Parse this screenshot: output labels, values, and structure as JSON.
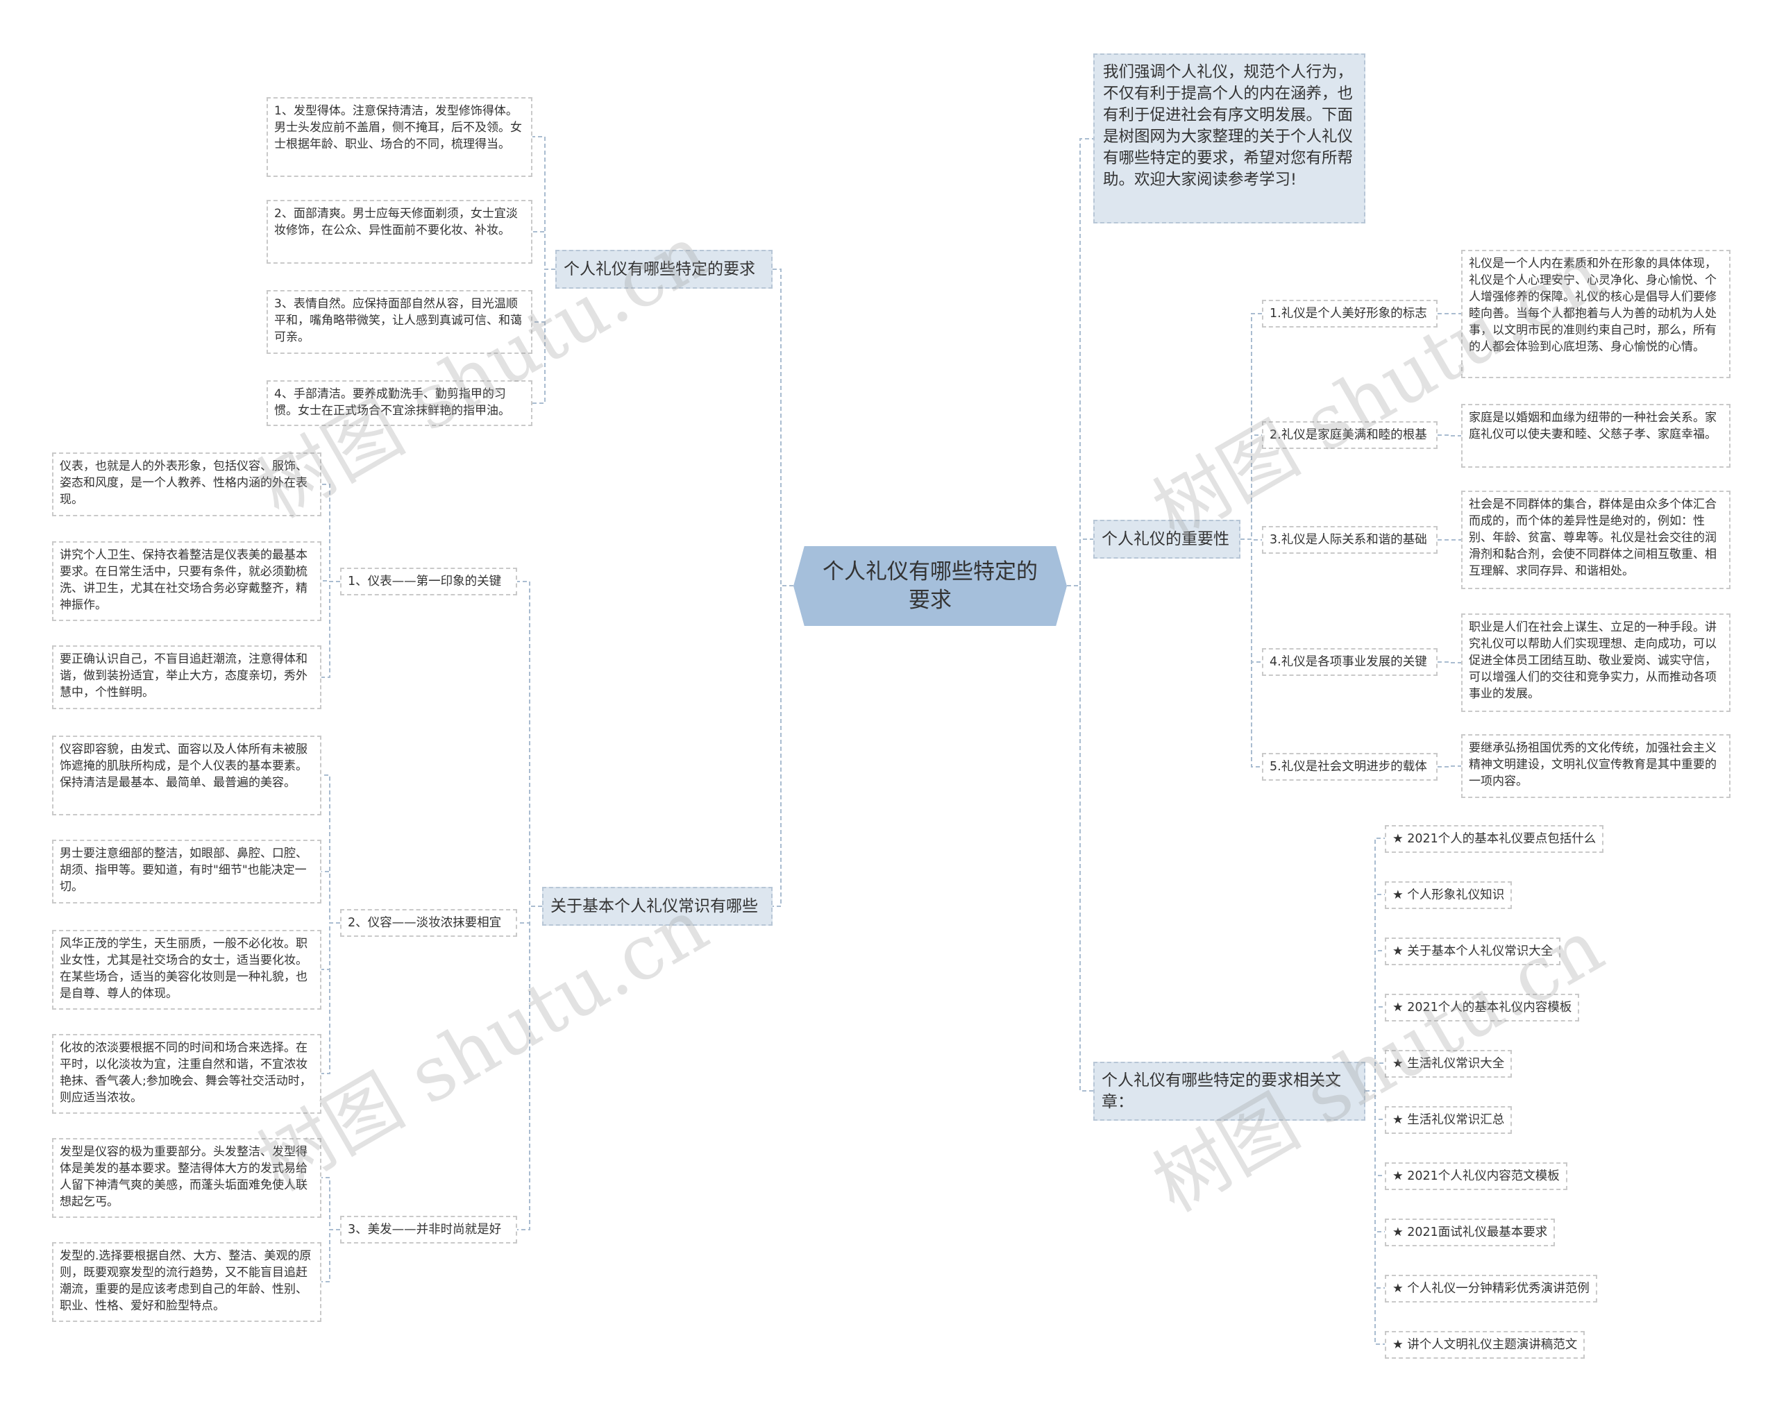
{
  "root": "个人礼仪有哪些特定的要求",
  "left": {
    "b1": {
      "label": "个人礼仪有哪些特定的要求",
      "leaves": [
        "1、发型得体。注意保持清洁，发型修饰得体。男士头发应前不盖眉，侧不掩耳，后不及领。女士根据年龄、职业、场合的不同，梳理得当。",
        "2、面部清爽。男士应每天修面剃须，女士宜淡妆修饰，在公众、异性面前不要化妆、补妆。",
        "3、表情自然。应保持面部自然从容，目光温顺平和，嘴角略带微笑，让人感到真诚可信、和蔼可亲。",
        "4、手部清洁。要养成勤洗手、勤剪指甲的习惯。女士在正式场合不宜涂抹鲜艳的指甲油。"
      ]
    },
    "b2": {
      "label": "关于基本个人礼仪常识有哪些",
      "subs": [
        {
          "label": "1、仪表——第一印象的关键",
          "leaves": [
            "仪表，也就是人的外表形象，包括仪容、服饰、姿态和风度，是一个人教养、性格内涵的外在表现。",
            "讲究个人卫生、保持衣着整洁是仪表美的最基本要求。在日常生活中，只要有条件，就必须勤梳洗、讲卫生，尤其在社交场合务必穿戴整齐，精神振作。",
            "要正确认识自己，不盲目追赶潮流，注意得体和谐，做到装扮适宜，举止大方，态度亲切，秀外慧中，个性鲜明。"
          ]
        },
        {
          "label": "2、仪容——淡妆浓抹要相宜",
          "leaves": [
            "仪容即容貌，由发式、面容以及人体所有未被服饰遮掩的肌肤所构成，是个人仪表的基本要素。保持清洁是最基本、最简单、最普遍的美容。",
            "男士要注意细部的整洁，如眼部、鼻腔、口腔、胡须、指甲等。要知道，有时\"细节\"也能决定一切。",
            "风华正茂的学生，天生丽质，一般不必化妆。职业女性，尤其是社交场合的女士，适当要化妆。在某些场合，适当的美容化妆则是一种礼貌，也是自尊、尊人的体现。",
            "化妆的浓淡要根据不同的时间和场合来选择。在平时，以化淡妆为宜，注重自然和谐，不宜浓妆艳抹、香气袭人;参加晚会、舞会等社交活动时，则应适当浓妆。"
          ]
        },
        {
          "label": "3、美发——并非时尚就是好",
          "leaves": [
            "发型是仪容的极为重要部分。头发整洁、发型得体是美发的基本要求。整洁得体大方的发式易给人留下神清气爽的美感，而蓬头垢面难免使人联想起乞丐。",
            "发型的.选择要根据自然、大方、整洁、美观的原则，既要观察发型的流行趋势，又不能盲目追赶潮流，重要的是应该考虑到自己的年龄、性别、职业、性格、爱好和脸型特点。"
          ]
        }
      ]
    }
  },
  "right": {
    "intro": "我们强调个人礼仪，规范个人行为，不仅有利于提高个人的内在涵养，也有利于促进社会有序文明发展。下面是树图网为大家整理的关于个人礼仪有哪些特定的要求，希望对您有所帮助。欢迎大家阅读参考学习!",
    "importance": {
      "label": "个人礼仪的重要性",
      "items": [
        {
          "label": "1.礼仪是个人美好形象的标志",
          "detail": "礼仪是一个人内在素质和外在形象的具体体现，礼仪是个人心理安宁、心灵净化、身心愉悦、个人增强修养的保障。礼仪的核心是倡导人们要修睦向善。当每个人都抱着与人为善的动机为人处事，以文明市民的准则约束自己时，那么，所有的人都会体验到心底坦荡、身心愉悦的心情。"
        },
        {
          "label": "2.礼仪是家庭美满和睦的根基",
          "detail": "家庭是以婚姻和血缘为纽带的一种社会关系。家庭礼仪可以使夫妻和睦、父慈子孝、家庭幸福。"
        },
        {
          "label": "3.礼仪是人际关系和谐的基础",
          "detail": "社会是不同群体的集合，群体是由众多个体汇合而成的，而个体的差异性是绝对的，例如：性别、年龄、贫富、尊卑等。礼仪是社会交往的润滑剂和黏合剂，会使不同群体之间相互敬重、相互理解、求同存异、和谐相处。"
        },
        {
          "label": "4.礼仪是各项事业发展的关键",
          "detail": "职业是人们在社会上谋生、立足的一种手段。讲究礼仪可以帮助人们实现理想、走向成功，可以促进全体员工团结互助、敬业爱岗、诚实守信，可以增强人们的交往和竞争实力，从而推动各项事业的发展。"
        },
        {
          "label": "5.礼仪是社会文明进步的载体",
          "detail": "要继承弘扬祖国优秀的文化传统，加强社会主义精神文明建设，文明礼仪宣传教育是其中重要的一项内容。"
        }
      ]
    },
    "related": {
      "label": "个人礼仪有哪些特定的要求相关文章：",
      "articles": [
        "★ 2021个人的基本礼仪要点包括什么",
        "★ 个人形象礼仪知识",
        "★ 关于基本个人礼仪常识大全",
        "★ 2021个人的基本礼仪内容模板",
        "★ 生活礼仪常识大全",
        "★ 生活礼仪常识汇总",
        "★ 2021个人礼仪内容范文模板",
        "★ 2021面试礼仪最基本要求",
        "★ 个人礼仪一分钟精彩优秀演讲范例",
        "★ 讲个人文明礼仪主题演讲稿范文"
      ]
    }
  },
  "watermark": "树图 shutu.cn",
  "colors": {
    "root": "#a5bfdb",
    "branch": "#dde6ef",
    "line": "#a9bcd0"
  }
}
